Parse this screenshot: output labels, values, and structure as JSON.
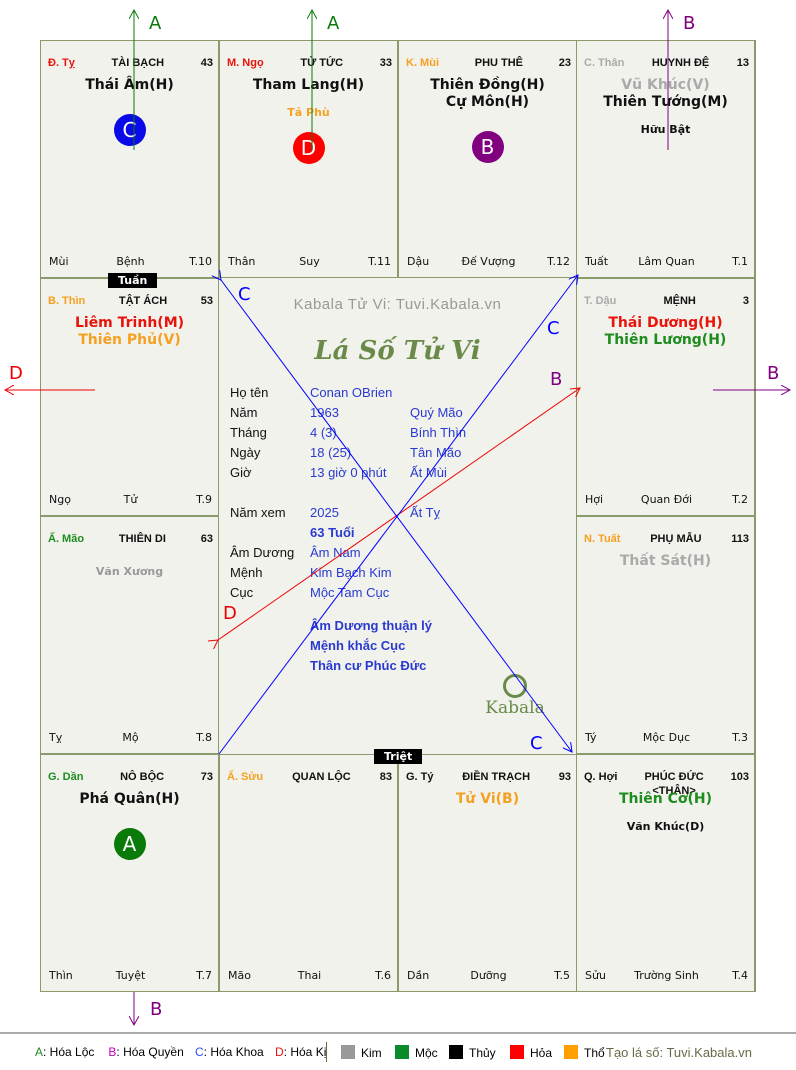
{
  "palaces": [
    {
      "can": "Đ. Tỵ",
      "can_color": "#e8140c",
      "name": "TÀI BẠCH",
      "age": "43",
      "stars": [
        {
          "t": "Thái Âm(H)",
          "c": "#111"
        }
      ],
      "minors": [],
      "badge": {
        "t": "C",
        "c": "#0a0ae8"
      },
      "branch": "Mùi",
      "phase": "Bệnh",
      "month": "T.10"
    },
    {
      "can": "M. Ngọ",
      "can_color": "#e8140c",
      "name": "TỬ TỨC",
      "age": "33",
      "stars": [
        {
          "t": "Tham Lang(H)",
          "c": "#111"
        }
      ],
      "minors": [
        {
          "t": "Tả Phù",
          "c": "#f5a020"
        }
      ],
      "badge": {
        "t": "D",
        "c": "#f00"
      },
      "branch": "Thân",
      "phase": "Suy",
      "month": "T.11"
    },
    {
      "can": "K. Mùi",
      "can_color": "#f5a020",
      "name": "PHU THÊ",
      "age": "23",
      "stars": [
        {
          "t": "Thiên Đồng(H)",
          "c": "#111"
        },
        {
          "t": "Cự Môn(H)",
          "c": "#111"
        }
      ],
      "minors": [],
      "badge": {
        "t": "B",
        "c": "#800080"
      },
      "branch": "Dậu",
      "phase": "Đế Vượng",
      "month": "T.12"
    },
    {
      "can": "C. Thân",
      "can_color": "#aaa",
      "name": "HUYNH ĐỆ",
      "age": "13",
      "stars": [
        {
          "t": "Vũ Khúc(V)",
          "c": "#aaa"
        },
        {
          "t": "Thiên Tướng(M)",
          "c": "#111"
        }
      ],
      "minors": [
        {
          "t": "Hữu Bật",
          "c": "#111"
        }
      ],
      "badge": null,
      "branch": "Tuất",
      "phase": "Lâm Quan",
      "month": "T.1"
    },
    {
      "can": "B. Thìn",
      "can_color": "#f5a020",
      "name": "TẬT ÁCH",
      "age": "53",
      "stars": [
        {
          "t": "Liêm Trinh(M)",
          "c": "#e8140c"
        },
        {
          "t": "Thiên Phủ(V)",
          "c": "#f5a020"
        }
      ],
      "minors": [],
      "badge": null,
      "branch": "Ngọ",
      "phase": "Tử",
      "month": "T.9"
    },
    {
      "can": "T. Dậu",
      "can_color": "#aaa",
      "name": "MỆNH",
      "age": "3",
      "stars": [
        {
          "t": "Thái Dương(H)",
          "c": "#e8140c"
        },
        {
          "t": "Thiên Lương(H)",
          "c": "#1e8c1e"
        }
      ],
      "minors": [],
      "badge": null,
      "branch": "Hợi",
      "phase": "Quan Đới",
      "month": "T.2"
    },
    {
      "can": "Ấ. Mão",
      "can_color": "#1e8c1e",
      "name": "THIÊN DI",
      "age": "63",
      "stars": [],
      "minors": [
        {
          "t": "Văn Xương",
          "c": "#999"
        }
      ],
      "badge": null,
      "branch": "Tỵ",
      "phase": "Mộ",
      "month": "T.8"
    },
    {
      "can": "N. Tuất",
      "can_color": "#f5a020",
      "name": "PHỤ MẪU",
      "age": "113",
      "stars": [
        {
          "t": "Thất Sát(H)",
          "c": "#aaa"
        }
      ],
      "minors": [],
      "badge": null,
      "branch": "Tý",
      "phase": "Mộc Dục",
      "month": "T.3"
    },
    {
      "can": "G. Dần",
      "can_color": "#1e8c1e",
      "name": "NÔ BỘC",
      "age": "73",
      "stars": [
        {
          "t": "Phá Quân(H)",
          "c": "#111"
        }
      ],
      "minors": [],
      "badge": {
        "t": "A",
        "c": "#0a7a0a"
      },
      "branch": "Thìn",
      "phase": "Tuyệt",
      "month": "T.7"
    },
    {
      "can": "Ấ. Sửu",
      "can_color": "#f5a020",
      "name": "QUAN LỘC",
      "age": "83",
      "stars": [],
      "minors": [],
      "badge": null,
      "branch": "Mão",
      "phase": "Thai",
      "month": "T.6"
    },
    {
      "can": "G. Tý",
      "can_color": "#111",
      "name": "ĐIỀN TRẠCH",
      "age": "93",
      "stars": [
        {
          "t": "Tử Vi(B)",
          "c": "#f5a020"
        }
      ],
      "minors": [],
      "badge": null,
      "branch": "Dần",
      "phase": "Dưỡng",
      "month": "T.5"
    },
    {
      "can": "Q. Hợi",
      "can_color": "#111",
      "name": "PHÚC ĐỨC <THÂN>",
      "age": "103",
      "stars": [
        {
          "t": "Thiên Cơ(H)",
          "c": "#1e8c1e"
        }
      ],
      "minors": [
        {
          "t": "Văn Khúc(D)",
          "c": "#111"
        }
      ],
      "badge": null,
      "branch": "Sửu",
      "phase": "Trường Sinh",
      "month": "T.4"
    }
  ],
  "tuan": "Tuần",
  "triet": "Triệt",
  "center": {
    "site": "Kabala Tử Vi: Tuvi.Kabala.vn",
    "title": "Lá Số Tử Vi",
    "rows": [
      {
        "l": "Họ tên",
        "v1": "Conan OBrien",
        "v2": ""
      },
      {
        "l": "Năm",
        "v1": "1963",
        "v2": "Quý Mão"
      },
      {
        "l": "Tháng",
        "v1": "4  (3)",
        "v2": "Bính Thìn"
      },
      {
        "l": "Ngày",
        "v1": "18  (25)",
        "v2": "Tân Mão"
      },
      {
        "l": "Giờ",
        "v1": "13 giờ 0 phút",
        "v2": "Ất Mùi"
      },
      {
        "l": "Năm xem",
        "v1": "2025",
        "v2": "Ất Tỵ"
      },
      {
        "l": "",
        "v1": "63 Tuổi",
        "v2": ""
      },
      {
        "l": "Âm Dương",
        "v1": "Âm Nam",
        "v2": ""
      },
      {
        "l": "Mệnh",
        "v1": "Kim Bạch Kim",
        "v2": ""
      },
      {
        "l": "Cục",
        "v1": "Mộc Tam Cục",
        "v2": ""
      }
    ],
    "notes": [
      "Âm Dương thuận lý",
      "Mệnh khắc Cục",
      "Thân cư Phúc Đức"
    ],
    "logo": "Kabala"
  },
  "arrow_labels": {
    "a": "A",
    "b": "B",
    "c": "C",
    "d": "D"
  },
  "legend": {
    "hoa": [
      {
        "k": "A",
        "c": "#1e8c1e",
        "t": ": Hóa Lộc"
      },
      {
        "k": "B",
        "c": "#c000c0",
        "t": ": Hóa Quyền"
      },
      {
        "k": "C",
        "c": "#3050f0",
        "t": ": Hóa Khoa"
      },
      {
        "k": "D",
        "c": "#e8140c",
        "t": ": Hóa Kị"
      }
    ],
    "elements": [
      {
        "t": "Kim",
        "c": "#999999"
      },
      {
        "t": "Mộc",
        "c": "#0a8a2a"
      },
      {
        "t": "Thủy",
        "c": "#000000"
      },
      {
        "t": "Hỏa",
        "c": "#ff0000"
      },
      {
        "t": "Thổ",
        "c": "#ffa000"
      }
    ],
    "credit": "Tạo lá số: Tuvi.Kabala.vn"
  }
}
